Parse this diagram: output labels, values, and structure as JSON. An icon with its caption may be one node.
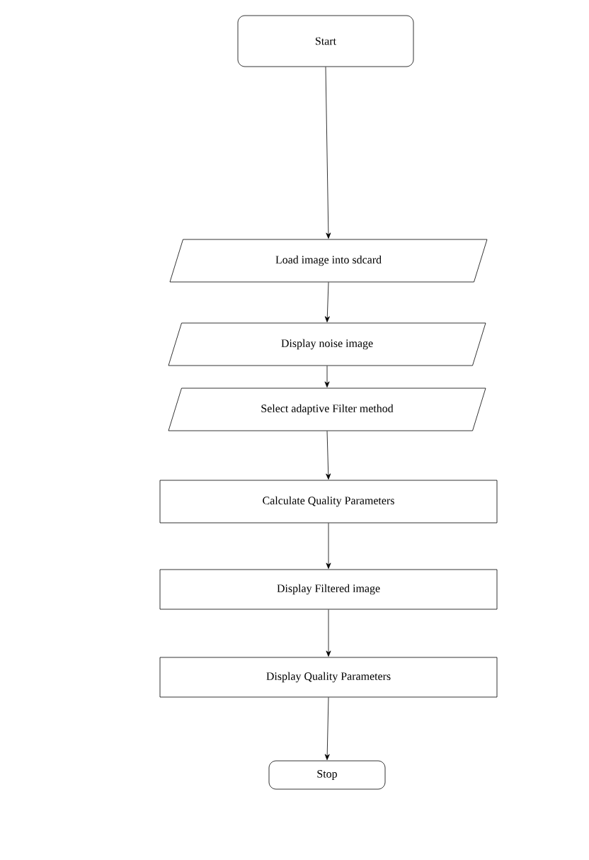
{
  "diagram": {
    "nodes": [
      {
        "text": [
          "Start"
        ]
      },
      {
        "text": [
          "Load image into sdcard"
        ]
      },
      {
        "text": [
          "Display noise image"
        ]
      },
      {
        "text": [
          "Select adaptive Filter method"
        ]
      },
      {
        "text": [
          "Calculate Quality Parameters"
        ]
      },
      {
        "text": [
          "Display Filtered image"
        ]
      },
      {
        "text": [
          "Display Quality Parameters"
        ]
      },
      {
        "text": [
          "Stop"
        ]
      }
    ],
    "edges": [
      {
        "from": 0,
        "to": 1,
        "arrow": "to"
      },
      {
        "from": 1,
        "to": 2,
        "arrow": "to"
      },
      {
        "from": 2,
        "to": 3,
        "arrow": "to"
      },
      {
        "from": 3,
        "to": 4,
        "arrow": "to"
      },
      {
        "from": 4,
        "to": 5,
        "arrow": "to"
      },
      {
        "from": 5,
        "to": 6,
        "arrow": "to"
      },
      {
        "from": 6,
        "to": 7,
        "arrow": "to"
      }
    ]
  }
}
